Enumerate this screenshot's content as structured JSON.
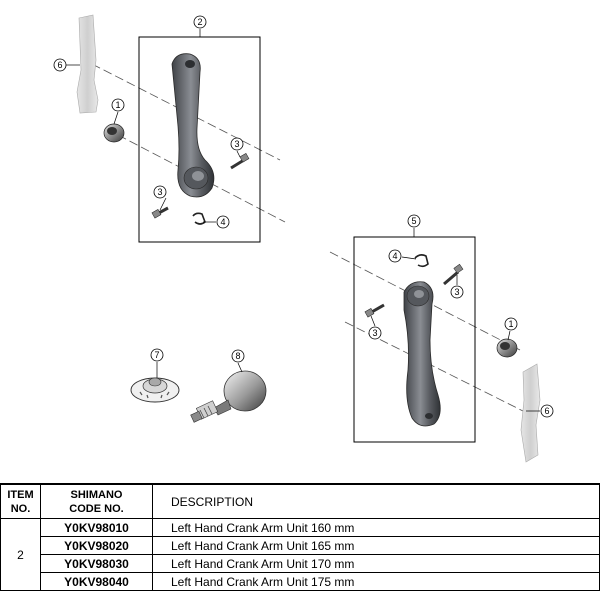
{
  "callouts": {
    "c1_top": "1",
    "c2": "2",
    "c3_a": "3",
    "c3_b": "3",
    "c4_top": "4",
    "c5": "5",
    "c4_bottom": "4",
    "c3_c": "3",
    "c3_d": "3",
    "c1_bottom": "1",
    "c6_top": "6",
    "c6_bottom": "6",
    "c7": "7",
    "c8": "8"
  },
  "table": {
    "headers": {
      "item_line1": "ITEM",
      "item_line2": "NO.",
      "code_line1": "SHIMANO",
      "code_line2": "CODE NO.",
      "description": "DESCRIPTION"
    },
    "item_no": "2",
    "rows": [
      {
        "code": "Y0KV98010",
        "description": "Left Hand Crank Arm Unit 160 mm"
      },
      {
        "code": "Y0KV98020",
        "description": "Left Hand Crank Arm Unit 165 mm"
      },
      {
        "code": "Y0KV98030",
        "description": "Left Hand Crank Arm Unit 170 mm"
      },
      {
        "code": "Y0KV98040",
        "description": "Left Hand Crank Arm Unit 175 mm"
      }
    ]
  },
  "colors": {
    "arm_dark": "#4a4d52",
    "arm_mid": "#7d8086",
    "arm_light": "#b9bcc1",
    "frame_gray": "#d6d6d6",
    "line": "#000000"
  }
}
